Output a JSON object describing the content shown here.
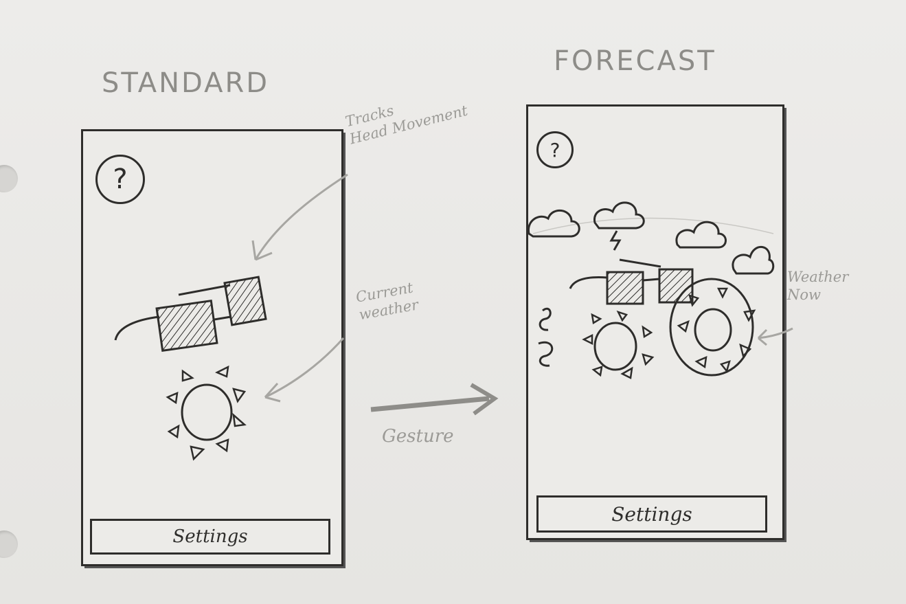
{
  "standard": {
    "title": "STANDARD",
    "help_label": "?",
    "settings_label": "Settings"
  },
  "forecast": {
    "title": "FORECAST",
    "help_label": "?",
    "settings_label": "Settings"
  },
  "annotations": {
    "tracks": "Tracks\nHead Movement",
    "current_weather": "Current\nweather",
    "gesture": "Gesture",
    "weather_now": "Weather\nNow"
  },
  "colors": {
    "ink": "#2e2d2b",
    "pencil": "#9b9a96",
    "paper": "#ecebe8"
  },
  "icons": [
    "help-icon",
    "sunglasses-icon",
    "sun-icon",
    "cloud-icon",
    "storm-cloud-icon",
    "wind-icon",
    "arrow-icon"
  ]
}
